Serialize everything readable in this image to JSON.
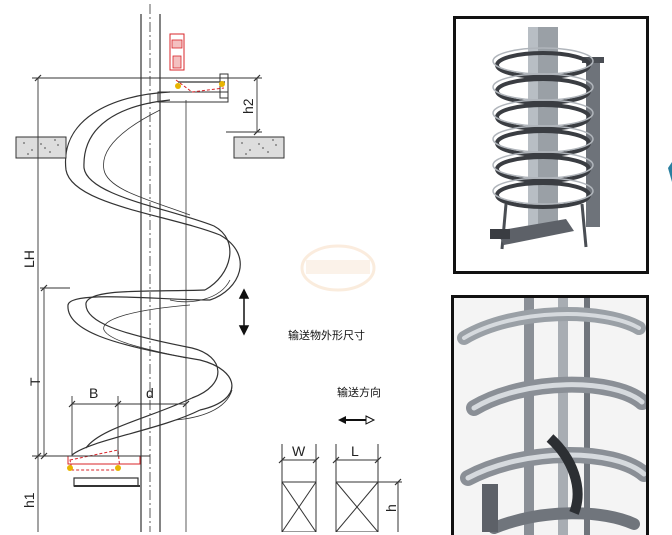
{
  "labels": {
    "lh": "LH",
    "h2": "h2",
    "t": "T",
    "b": "B",
    "d": "d",
    "h1": "h1",
    "w": "W",
    "l": "L",
    "h": "h",
    "outline": "输送物外形尺寸",
    "direction": "输送方向"
  },
  "colors": {
    "line": "#333333",
    "accent_red": "#d9252a",
    "accent_yellow": "#e8b400",
    "photo_metal": "#8a8f96",
    "photo_dark": "#3a3d42"
  }
}
